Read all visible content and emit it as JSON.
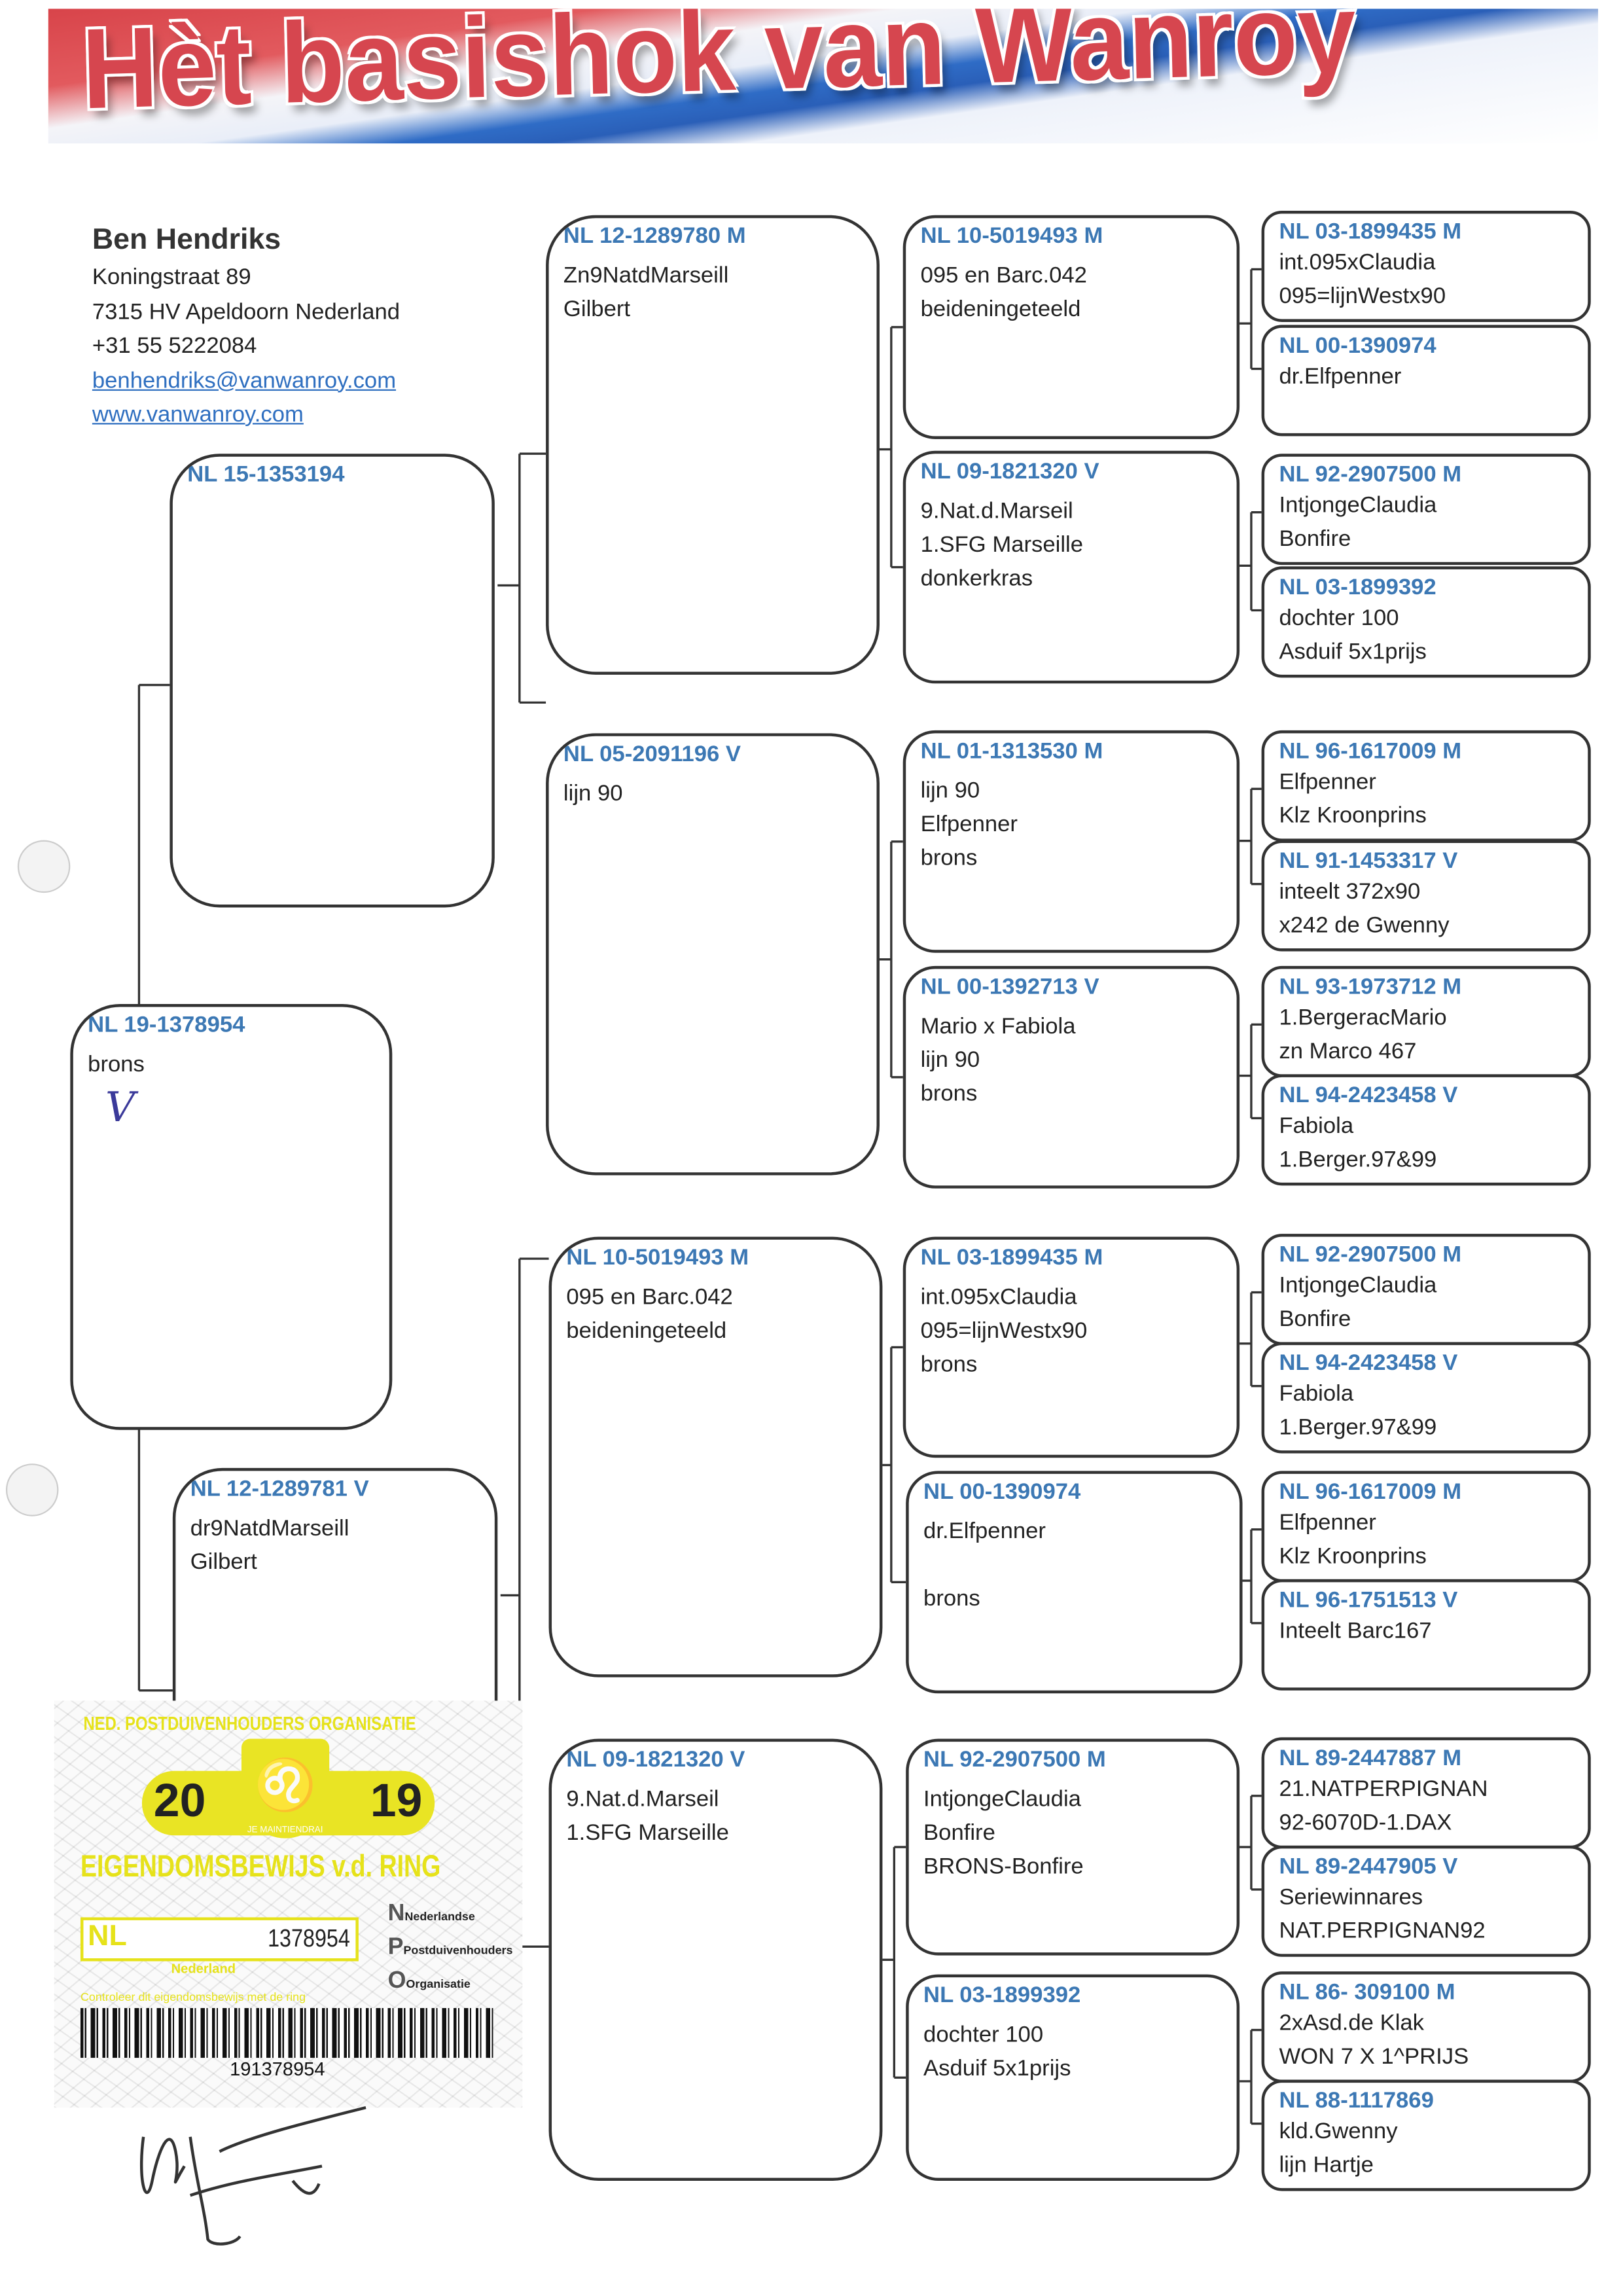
{
  "header": {
    "title": "Hèt basishok van Wanroy"
  },
  "owner": {
    "name": "Ben Hendriks",
    "street": "Koningstraat 89",
    "city": "7315 HV Apeldoorn Nederland",
    "phone": "+31 55 5222084",
    "email": "benhendriks@vanwanroy.com",
    "website": "www.vanwanroy.com"
  },
  "pedigree": {
    "subject": {
      "ring": "NL 19-1378954",
      "lines": [
        "brons"
      ],
      "handwritten_mark": "V"
    },
    "gen2": [
      {
        "ring": "NL 15-1353194",
        "lines": []
      },
      {
        "ring": "NL 12-1289781 V",
        "lines": [
          "dr9NatdMarseill",
          "Gilbert"
        ]
      }
    ],
    "gen3": [
      {
        "ring": "NL 12-1289780 M",
        "lines": [
          "Zn9NatdMarseill",
          "Gilbert"
        ]
      },
      {
        "ring": "NL 05-2091196 V",
        "lines": [
          "lijn 90"
        ]
      },
      {
        "ring": "NL 10-5019493 M",
        "lines": [
          "095 en Barc.042",
          "beideningeteeld"
        ]
      },
      {
        "ring": "NL 09-1821320 V",
        "lines": [
          "9.Nat.d.Marseil",
          "1.SFG Marseille"
        ]
      }
    ],
    "gen4": [
      {
        "ring": "NL 10-5019493 M",
        "lines": [
          "095 en Barc.042",
          "beideningeteeld"
        ]
      },
      {
        "ring": "NL 09-1821320 V",
        "lines": [
          "9.Nat.d.Marseil",
          "1.SFG Marseille",
          "donkerkras"
        ]
      },
      {
        "ring": "NL 01-1313530 M",
        "lines": [
          "lijn 90",
          "Elfpenner",
          "brons"
        ]
      },
      {
        "ring": "NL 00-1392713 V",
        "lines": [
          "Mario x Fabiola",
          "lijn 90",
          "brons"
        ]
      },
      {
        "ring": "NL 03-1899435 M",
        "lines": [
          "int.095xClaudia",
          "095=lijnWestx90",
          "brons"
        ]
      },
      {
        "ring": "NL 00-1390974",
        "lines": [
          "dr.Elfpenner",
          "",
          "brons"
        ]
      },
      {
        "ring": "NL 92-2907500 M",
        "lines": [
          "IntjongeClaudia",
          "Bonfire",
          "BRONS-Bonfire"
        ]
      },
      {
        "ring": "NL 03-1899392",
        "lines": [
          "dochter 100",
          "Asduif 5x1prijs"
        ]
      }
    ],
    "gen5": [
      {
        "ring": "NL 03-1899435 M",
        "lines": [
          "int.095xClaudia",
          "095=lijnWestx90"
        ]
      },
      {
        "ring": "NL 00-1390974",
        "lines": [
          "dr.Elfpenner"
        ]
      },
      {
        "ring": "NL 92-2907500 M",
        "lines": [
          "IntjongeClaudia",
          "Bonfire"
        ]
      },
      {
        "ring": "NL 03-1899392",
        "lines": [
          "dochter 100",
          "Asduif 5x1prijs"
        ]
      },
      {
        "ring": "NL 96-1617009 M",
        "lines": [
          "Elfpenner",
          "Klz Kroonprins"
        ]
      },
      {
        "ring": "NL 91-1453317 V",
        "lines": [
          "inteelt 372x90",
          "x242 de Gwenny"
        ]
      },
      {
        "ring": "NL 93-1973712 M",
        "lines": [
          "1.BergeracMario",
          "zn Marco 467"
        ]
      },
      {
        "ring": "NL 94-2423458 V",
        "lines": [
          "Fabiola",
          "1.Berger.97&99"
        ]
      },
      {
        "ring": "NL 92-2907500 M",
        "lines": [
          "IntjongeClaudia",
          "Bonfire"
        ]
      },
      {
        "ring": "NL 94-2423458 V",
        "lines": [
          "Fabiola",
          "1.Berger.97&99"
        ]
      },
      {
        "ring": "NL 96-1617009 M",
        "lines": [
          "Elfpenner",
          "Klz Kroonprins"
        ]
      },
      {
        "ring": "NL 96-1751513 V",
        "lines": [
          "Inteelt Barc167"
        ]
      },
      {
        "ring": "NL 89-2447887 M",
        "lines": [
          "21.NATPERPIGNAN",
          "92-6070D-1.DAX"
        ]
      },
      {
        "ring": "NL 89-2447905 V",
        "lines": [
          "Seriewinnares",
          "NAT.PERPIGNAN92"
        ]
      },
      {
        "ring": "NL 86- 309100 M",
        "lines": [
          "2xAsd.de Klak",
          "WON 7 X 1^PRIJS"
        ]
      },
      {
        "ring": "NL 88-1117869",
        "lines": [
          "kld.Gwenny",
          "lijn Hartje"
        ]
      }
    ]
  },
  "ownership_card": {
    "organisation": "NED. POSTDUIVENHOUDERS ORGANISATIE",
    "year_left": "20",
    "year_right": "19",
    "motto": "JE MAINTIENDRAI",
    "title": "EIGENDOMSBEWIJS v.d. RING",
    "country": "NL",
    "ring_number": "1378954",
    "country_name": "Nederland",
    "npo": [
      "Nederlandse",
      "Postduivenhouders",
      "Organisatie"
    ],
    "check_note": "Controleer dit eigendomsbewijs met de ring",
    "barcode_number": "191378954"
  },
  "colors": {
    "ring_text": "#3c78b4",
    "title_red": "#d6464f",
    "card_yellow": "#e9e424",
    "link": "#2f6fc0"
  }
}
